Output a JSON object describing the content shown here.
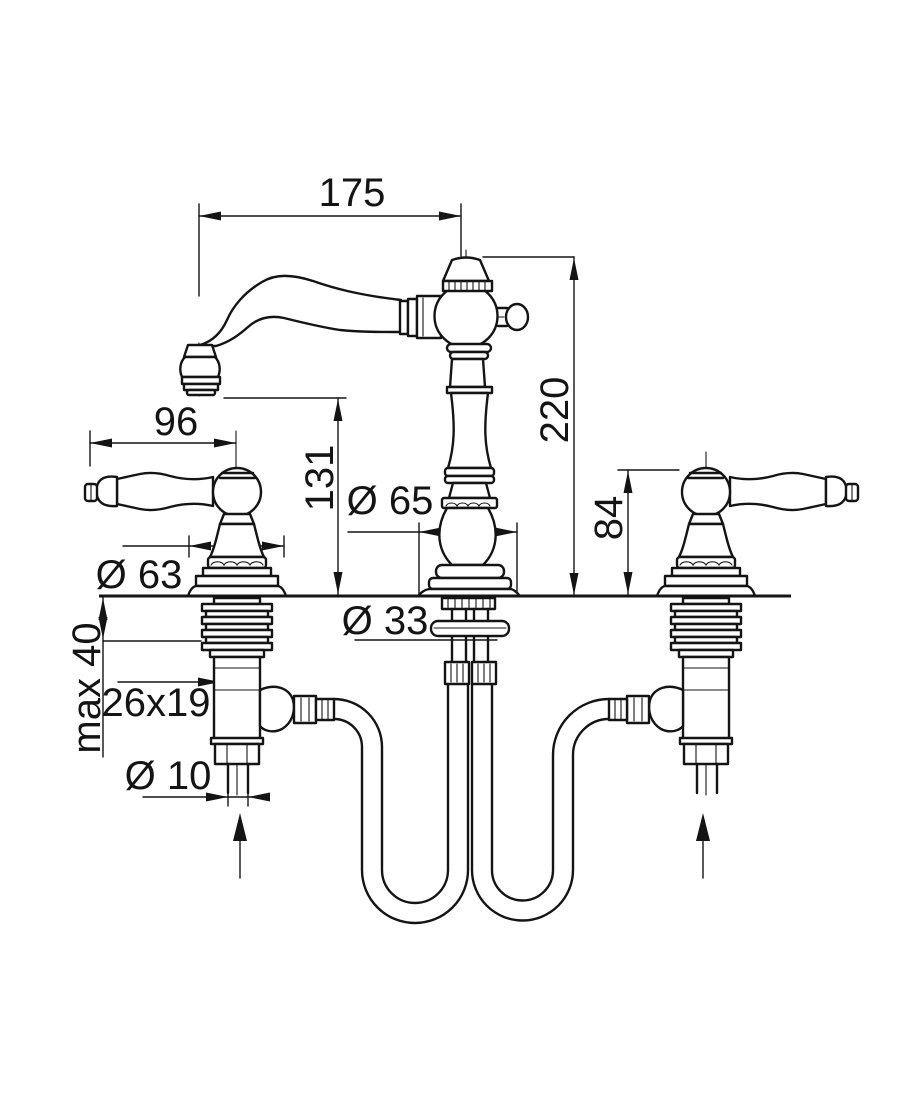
{
  "drawing": {
    "type": "faucet-installation-technical-drawing",
    "background_color": "#ffffff",
    "line_color": "#141414",
    "units": "mm"
  },
  "labels": {
    "spout_reach": "175",
    "overall_height": "220",
    "handle_length": "96",
    "spout_outlet_height": "131",
    "column_base_diameter": "Ø 65",
    "handle_base_diameter": "Ø 63",
    "handle_height": "84",
    "mounting_hole_diameter": "Ø 33",
    "max_deck_thickness": "max 40",
    "valve_body_size": "26x19",
    "supply_pipe_diameter": "Ø 10"
  }
}
